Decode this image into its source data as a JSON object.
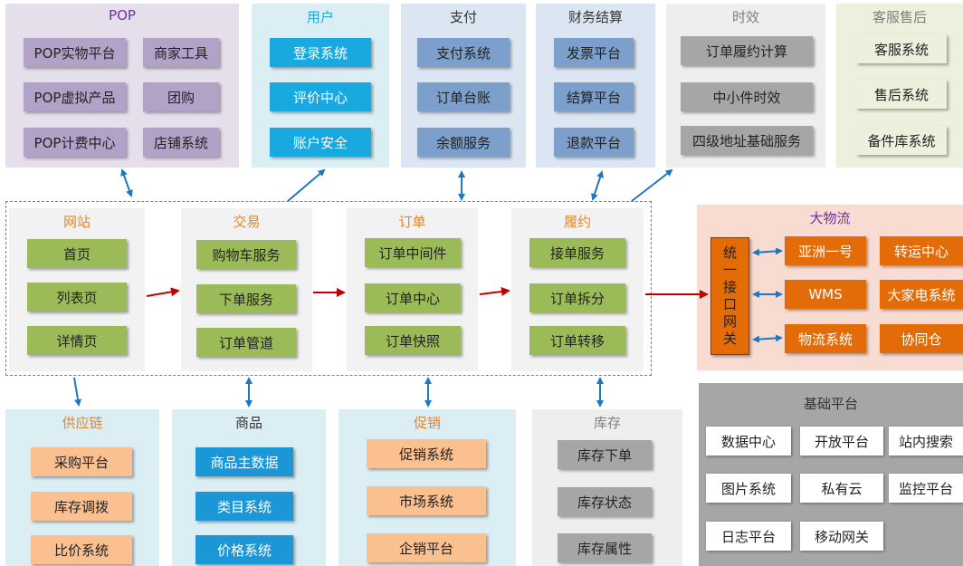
{
  "top": {
    "pop": {
      "title": "POP",
      "items": [
        "POP实物平台",
        "商家工具",
        "POP虚拟产品",
        "团购",
        "POP计费中心",
        "店铺系统"
      ]
    },
    "user": {
      "title": "用户",
      "items": [
        "登录系统",
        "评价中心",
        "账户安全"
      ]
    },
    "pay": {
      "title": "支付",
      "items": [
        "支付系统",
        "订单台账",
        "余额服务"
      ]
    },
    "finance": {
      "title": "财务结算",
      "items": [
        "发票平台",
        "结算平台",
        "退款平台"
      ]
    },
    "timeliness": {
      "title": "时效",
      "items": [
        "订单履约计算",
        "中小件时效",
        "四级地址基础服务"
      ]
    },
    "service": {
      "title": "客服售后",
      "items": [
        "客服系统",
        "售后系统",
        "备件库系统"
      ]
    }
  },
  "middle": {
    "site": {
      "title": "网站",
      "items": [
        "首页",
        "列表页",
        "详情页"
      ]
    },
    "trade": {
      "title": "交易",
      "items": [
        "购物车服务",
        "下单服务",
        "订单管道"
      ]
    },
    "order": {
      "title": "订单",
      "items": [
        "订单中间件",
        "订单中心",
        "订单快照"
      ]
    },
    "fulfill": {
      "title": "履约",
      "items": [
        "接单服务",
        "订单拆分",
        "订单转移"
      ]
    }
  },
  "logistics": {
    "title": "大物流",
    "gateway": "统一接口网关",
    "items": [
      "亚洲一号",
      "转运中心",
      "WMS",
      "大家电系统",
      "物流系统",
      "协同仓"
    ]
  },
  "bottom": {
    "supply": {
      "title": "供应链",
      "items": [
        "采购平台",
        "库存调拨",
        "比价系统"
      ]
    },
    "goods": {
      "title": "商品",
      "items": [
        "商品主数据",
        "类目系统",
        "价格系统"
      ]
    },
    "promo": {
      "title": "促销",
      "items": [
        "促销系统",
        "市场系统",
        "企销平台"
      ]
    },
    "stock": {
      "title": "库存",
      "items": [
        "库存下单",
        "库存状态",
        "库存属性"
      ]
    }
  },
  "base": {
    "title": "基础平台",
    "items": [
      "数据中心",
      "开放平台",
      "站内搜索",
      "图片系统",
      "私有云",
      "监控平台",
      "日志平台",
      "移动网关"
    ]
  },
  "colors": {
    "arrow_blue": "#1f77c0",
    "arrow_red": "#c00000"
  }
}
